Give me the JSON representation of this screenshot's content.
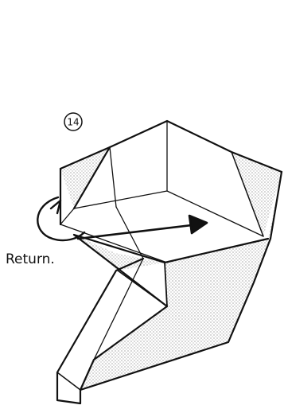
{
  "diagram": {
    "step_number": "14",
    "instruction_label": "Return.",
    "colors": {
      "line": "#111111",
      "shade_dot": "#bdbdbd",
      "background": "#ffffff"
    },
    "icons": {
      "step_badge": "circled-number",
      "return_arrow": "curved-return-arrow",
      "direction_arrow": "straight-arrow"
    }
  }
}
